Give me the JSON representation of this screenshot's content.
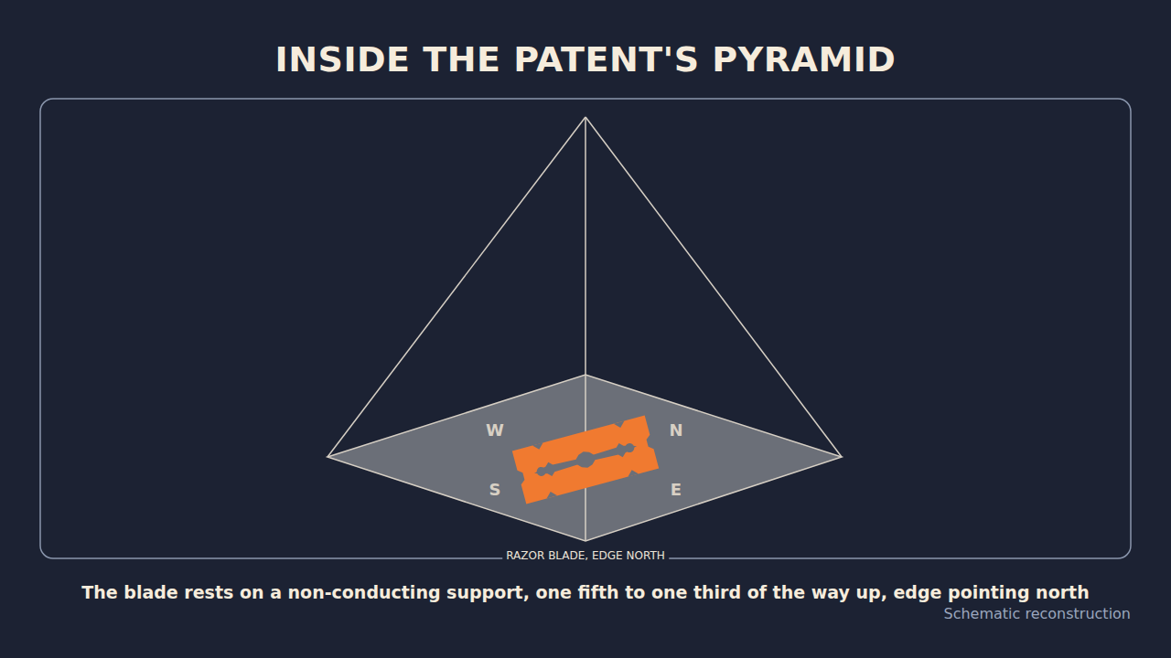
{
  "diagram": {
    "title": "INSIDE THE PATENT'S PYRAMID",
    "caption": "The blade rests on a non-conducting support, one fifth to one third of the way up, edge pointing north",
    "labels": [
      "W",
      "N",
      "S",
      "E",
      "RAZOR BLADE, EDGE NORTH",
      "Schematic reconstruction"
    ]
  }
}
